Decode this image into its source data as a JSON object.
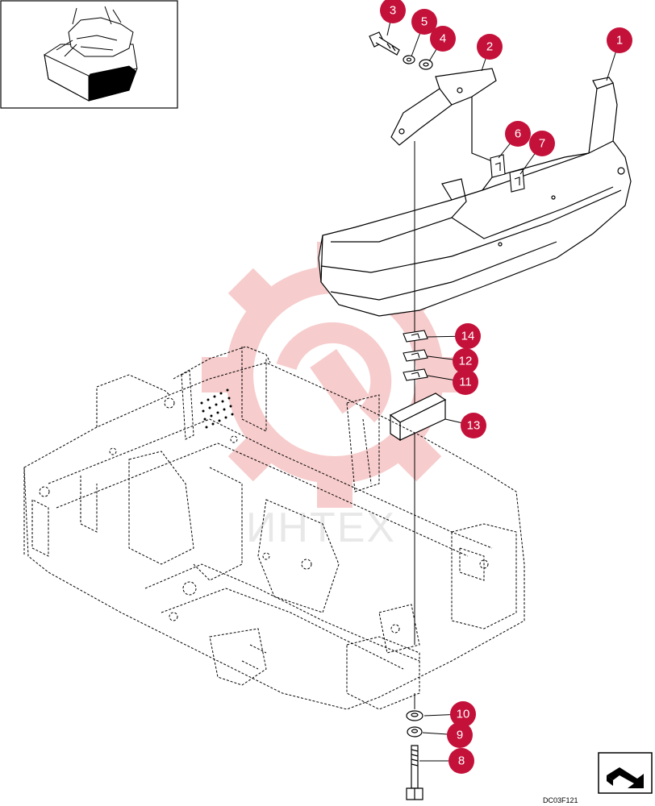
{
  "drawing_code": "DC03F121",
  "watermark_text": "ИНТЕХ",
  "colors": {
    "callout": "#c4113a",
    "line": "#000000",
    "watermark": "#f1a3a3"
  },
  "callouts": [
    {
      "id": "c1",
      "label": "1"
    },
    {
      "id": "c2",
      "label": "2"
    },
    {
      "id": "c3",
      "label": "3"
    },
    {
      "id": "c4",
      "label": "4"
    },
    {
      "id": "c5",
      "label": "5"
    },
    {
      "id": "c6",
      "label": "6"
    },
    {
      "id": "c7",
      "label": "7"
    },
    {
      "id": "c8",
      "label": "8"
    },
    {
      "id": "c9",
      "label": "9"
    },
    {
      "id": "c10",
      "label": "10"
    },
    {
      "id": "c11",
      "label": "11"
    },
    {
      "id": "c12",
      "label": "12"
    },
    {
      "id": "c13",
      "label": "13"
    },
    {
      "id": "c14",
      "label": "14"
    }
  ]
}
